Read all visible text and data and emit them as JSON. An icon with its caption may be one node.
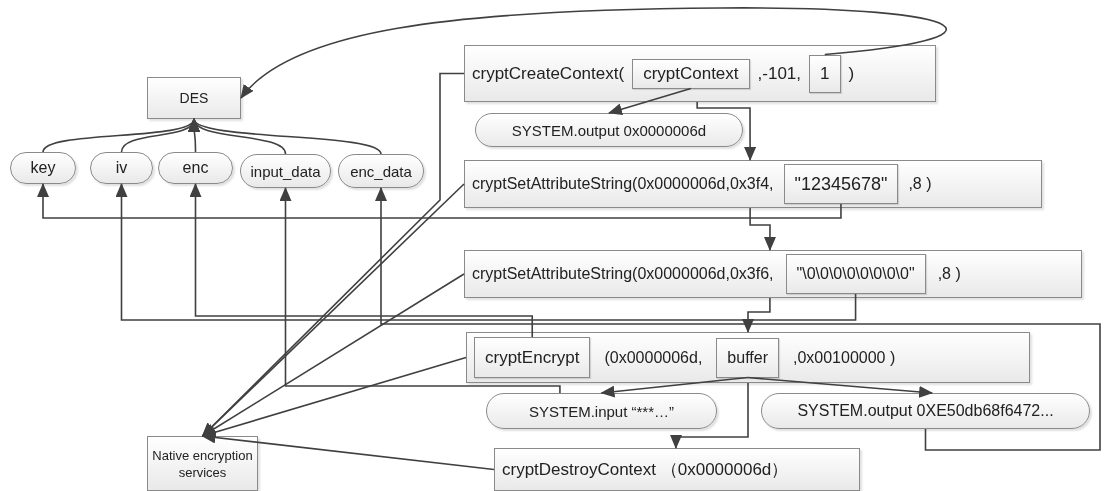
{
  "diagram": {
    "nodes": [
      {
        "text": [
          "DES"
        ]
      },
      {
        "text": [
          "key"
        ]
      },
      {
        "text": [
          "iv"
        ]
      },
      {
        "text": [
          "enc"
        ]
      },
      {
        "text": [
          "input_data"
        ]
      },
      {
        "text": [
          "enc_data"
        ]
      },
      {
        "text": [
          "cryptCreateContext(",
          ",-101,",
          ")"
        ]
      },
      {
        "text": [
          "cryptContext"
        ],
        "in": 6
      },
      {
        "text": [
          "1"
        ],
        "in": 6
      },
      {
        "text": [
          "SYSTEM.output 0x0000006d"
        ]
      },
      {
        "text": [
          "cryptSetAttributeString(0x0000006d,0x3f4,",
          ",8 )"
        ]
      },
      {
        "text": [
          "\"12345678\""
        ],
        "in": 10
      },
      {
        "text": [
          "cryptSetAttributeString(0x0000006d,0x3f6,",
          ",8 )"
        ]
      },
      {
        "text": [
          "\"\\0\\0\\0\\0\\0\\0\\0\\0\""
        ],
        "in": 12
      },
      {
        "text": [
          "(0x0000006d,",
          ",0x00100000 )"
        ]
      },
      {
        "text": [
          "cryptEncrypt"
        ],
        "in": 14
      },
      {
        "text": [
          "buffer"
        ],
        "in": 14
      },
      {
        "text": [
          "SYSTEM.input “***…”"
        ]
      },
      {
        "text": [
          "SYSTEM.output 0XE50db68f6472..."
        ]
      },
      {
        "text": [
          "Native encryption services"
        ]
      },
      {
        "text": [
          "cryptDestroyContext （0x0000006d）"
        ]
      }
    ],
    "edges": [
      {
        "from": 8,
        "to": 0,
        "arrow": "to"
      },
      {
        "from": 7,
        "to": 9,
        "arrow": "to"
      },
      {
        "from": 6,
        "to": 10,
        "arrow": "to"
      },
      {
        "from": 10,
        "to": 12,
        "arrow": "to"
      },
      {
        "from": 12,
        "to": 14,
        "arrow": "to"
      },
      {
        "from": 14,
        "to": 20,
        "arrow": "to"
      },
      {
        "from": 16,
        "to": 17,
        "arrow": "to"
      },
      {
        "from": 16,
        "to": 18,
        "arrow": "to"
      },
      {
        "from": 1,
        "to": 0,
        "arrow": "to"
      },
      {
        "from": 2,
        "to": 0,
        "arrow": "to"
      },
      {
        "from": 3,
        "to": 0,
        "arrow": "to"
      },
      {
        "from": 4,
        "to": 0,
        "arrow": "to"
      },
      {
        "from": 5,
        "to": 0,
        "arrow": "to"
      },
      {
        "from": 11,
        "to": 1,
        "arrow": "to"
      },
      {
        "from": 13,
        "to": 2,
        "arrow": "to"
      },
      {
        "from": 15,
        "to": 3,
        "arrow": "to"
      },
      {
        "from": 17,
        "to": 4,
        "arrow": "to"
      },
      {
        "from": 18,
        "to": 5,
        "arrow": "to"
      },
      {
        "from": 6,
        "to": 19,
        "arrow": "to"
      },
      {
        "from": 10,
        "to": 19,
        "arrow": "to"
      },
      {
        "from": 12,
        "to": 19,
        "arrow": "to"
      },
      {
        "from": 14,
        "to": 19,
        "arrow": "to"
      },
      {
        "from": 20,
        "to": 19,
        "arrow": "to"
      }
    ]
  }
}
